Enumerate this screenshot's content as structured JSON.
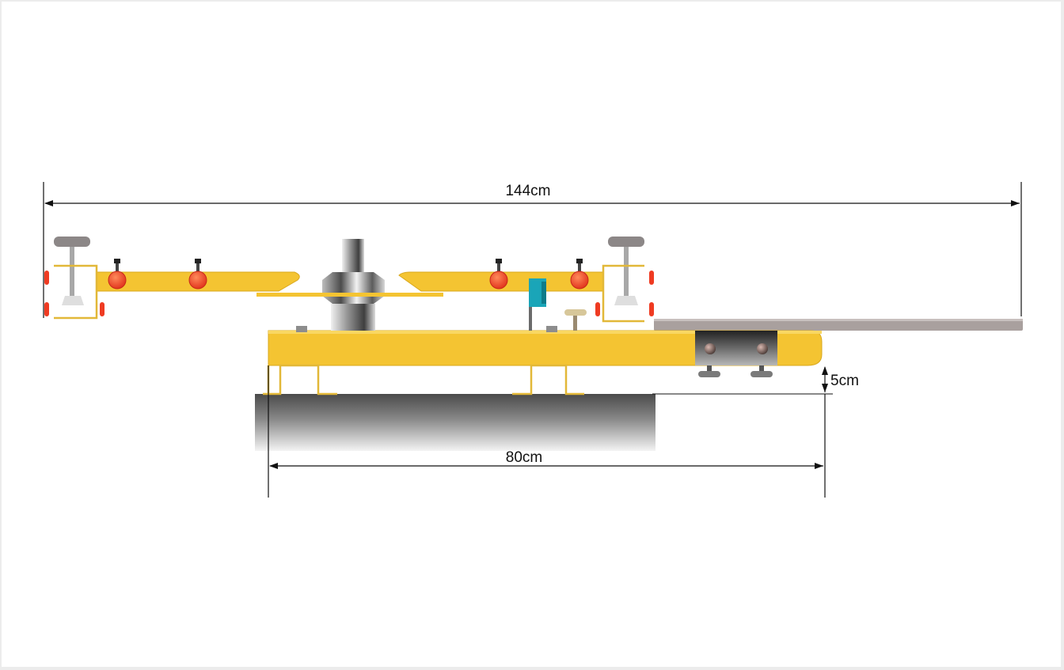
{
  "dimensions": {
    "overall_width": "144cm",
    "base_width": "80cm",
    "clearance_height": "5cm"
  },
  "colors": {
    "frame_yellow": "#f4c432",
    "bracket_yellow": "#e2b838",
    "knob_red": "#ef3b22",
    "accent_cyan": "#1aa5b8",
    "platen_gray": "#a9a09e",
    "metal_dark": "#3a3a3a",
    "dimension_line": "#111111"
  }
}
